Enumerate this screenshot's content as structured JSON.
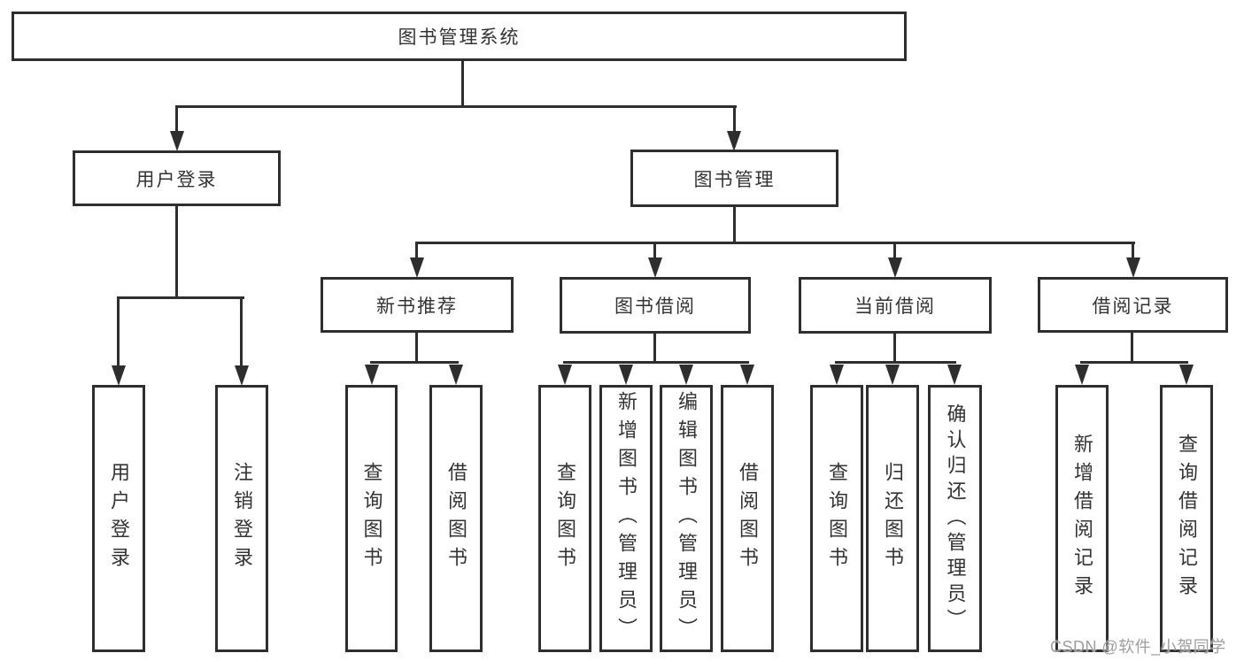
{
  "diagram": {
    "type": "hierarchy-tree",
    "watermark": "CSDN @软件_小贺同学",
    "colors": {
      "background": "#ffffff",
      "line": "#2e2e2e",
      "node_border": "#2e2e2e",
      "node_text": "#333333",
      "watermark_text": "#9e9e9e"
    },
    "tree": {
      "root": {
        "label": "图书管理系统"
      },
      "children": [
        {
          "label": "用户登录",
          "children": [
            {
              "label": "用户登录"
            },
            {
              "label": "注销登录"
            }
          ]
        },
        {
          "label": "图书管理",
          "children": [
            {
              "label": "新书推荐",
              "children": [
                {
                  "label": "查询图书"
                },
                {
                  "label": "借阅图书"
                }
              ]
            },
            {
              "label": "图书借阅",
              "children": [
                {
                  "label": "查询图书"
                },
                {
                  "label": "新增图书（管理员）"
                },
                {
                  "label": "编辑图书（管理员）"
                },
                {
                  "label": "借阅图书"
                }
              ]
            },
            {
              "label": "当前借阅",
              "children": [
                {
                  "label": "查询图书"
                },
                {
                  "label": "归还图书"
                },
                {
                  "label": "确认归还（管理员）"
                }
              ]
            },
            {
              "label": "借阅记录",
              "children": [
                {
                  "label": "新增借阅记录"
                },
                {
                  "label": "查询借阅记录"
                }
              ]
            }
          ]
        }
      ]
    }
  }
}
